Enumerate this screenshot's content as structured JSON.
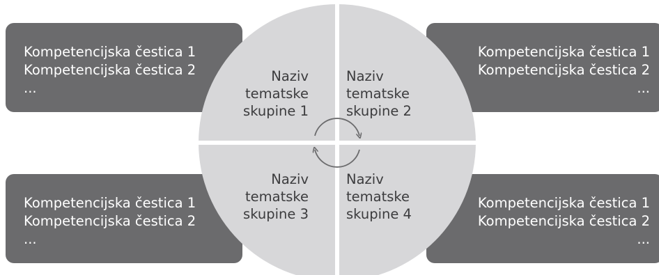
{
  "diagram": {
    "cycle_icon": "circular-arrows-icon",
    "colors": {
      "box_fill": "#6b6b6d",
      "circle_fill": "#d7d7d9",
      "divider": "#ffffff",
      "arrow": "#6b6b6d",
      "quadrant_text": "#3c3c3e",
      "box_text": "#ffffff"
    },
    "quadrants": [
      {
        "name_line1": "Naziv",
        "name_line2": "tematske",
        "name_line3": "skupine 1"
      },
      {
        "name_line1": "Naziv",
        "name_line2": "tematske",
        "name_line3": "skupine 2"
      },
      {
        "name_line1": "Naziv",
        "name_line2": "tematske",
        "name_line3": "skupine 3"
      },
      {
        "name_line1": "Naziv",
        "name_line2": "tematske",
        "name_line3": "skupine 4"
      }
    ],
    "boxes": [
      {
        "line1": "Kompetencijska čestica 1",
        "line2": "Kompetencijska čestica 2",
        "line3": "..."
      },
      {
        "line1": "Kompetencijska čestica 1",
        "line2": "Kompetencijska čestica 2",
        "line3": "..."
      },
      {
        "line1": "Kompetencijska čestica 1",
        "line2": "Kompetencijska čestica 2",
        "line3": "..."
      },
      {
        "line1": "Kompetencijska čestica 1",
        "line2": "Kompetencijska čestica 2",
        "line3": "..."
      }
    ]
  }
}
